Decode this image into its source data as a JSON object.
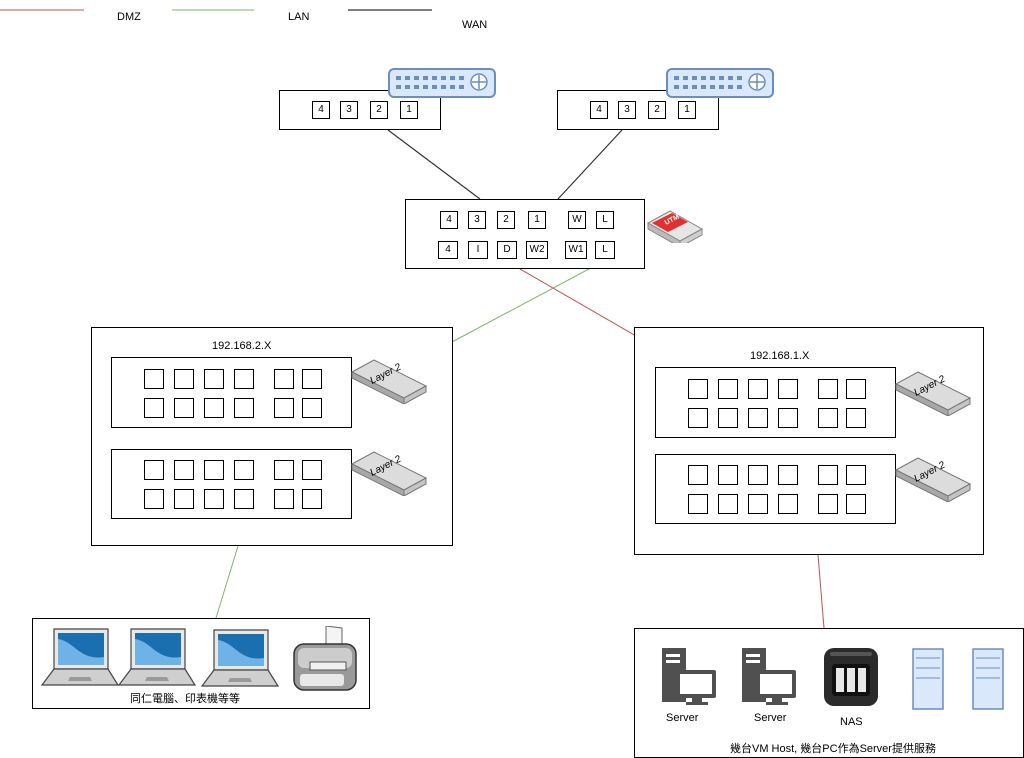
{
  "legend": [
    {
      "label": "DMZ",
      "color": "#b85450"
    },
    {
      "label": "LAN",
      "color": "#82b366"
    },
    {
      "label": "WAN",
      "color": "#000000"
    }
  ],
  "router_left": {
    "ports": [
      "4",
      "3",
      "2",
      "1"
    ],
    "icon": "router-icon"
  },
  "router_right": {
    "ports": [
      "4",
      "3",
      "2",
      "1"
    ],
    "icon": "router-icon"
  },
  "utm": {
    "top_ports": [
      "4",
      "3",
      "2",
      "1",
      "W",
      "L"
    ],
    "bottom_ports": [
      "4",
      "I",
      "D",
      "W2",
      "W1",
      "L"
    ],
    "icon_label": "UTM"
  },
  "lan_zone": {
    "subnet": "192.168.2.X",
    "switch_label": "Layer 2",
    "clients_caption": "同仁電腦、印表機等等"
  },
  "dmz_zone": {
    "subnet": "192.168.1.X",
    "switch_label": "Layer 2",
    "servers": [
      {
        "label": "Server",
        "icon": "server-pc-icon"
      },
      {
        "label": "Server",
        "icon": "server-pc-icon"
      },
      {
        "label": "NAS",
        "icon": "nas-icon"
      },
      {
        "label": "",
        "icon": "tower-server-icon"
      },
      {
        "label": "",
        "icon": "tower-server-icon"
      }
    ],
    "servers_caption": "幾台VM Host, 幾台PC作為Server提供服務"
  },
  "colors": {
    "dmz": "#b85450",
    "lan": "#82b366",
    "wan": "#000000",
    "device_fill": "#dae8fc",
    "device_stroke": "#6c8ebf"
  }
}
